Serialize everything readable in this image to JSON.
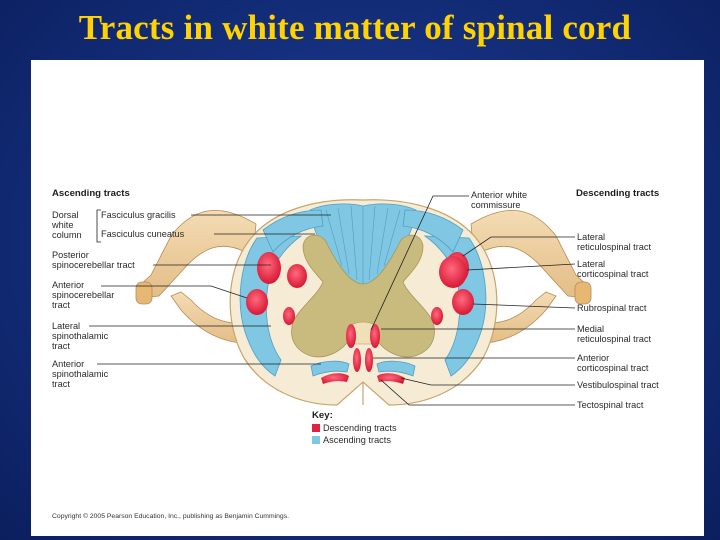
{
  "slide": {
    "title": "Tracts in white matter of spinal cord"
  },
  "figure": {
    "ascending_heading": "Ascending tracts",
    "descending_heading": "Descending tracts",
    "dorsal_column_label": [
      "Dorsal",
      "white",
      "column"
    ],
    "ascending_labels": [
      {
        "id": "fasciculus-gracilis",
        "lines": [
          "Fasciculus gracilis"
        ]
      },
      {
        "id": "fasciculus-cuneatus",
        "lines": [
          "Fasciculus cuneatus"
        ]
      },
      {
        "id": "posterior-spinocerebellar",
        "lines": [
          "Posterior",
          "spinocerebellar tract"
        ]
      },
      {
        "id": "anterior-spinocerebellar",
        "lines": [
          "Anterior",
          "spinocerebellar",
          "tract"
        ]
      },
      {
        "id": "lateral-spinothalamic",
        "lines": [
          "Lateral",
          "spinothalamic",
          "tract"
        ]
      },
      {
        "id": "anterior-spinothalamic",
        "lines": [
          "Anterior",
          "spinothalamic",
          "tract"
        ]
      }
    ],
    "commissure_label": [
      "Anterior white",
      "commissure"
    ],
    "descending_labels": [
      {
        "id": "lateral-reticulospinal",
        "lines": [
          "Lateral",
          "reticulospinal tract"
        ]
      },
      {
        "id": "lateral-corticospinal",
        "lines": [
          "Lateral",
          "corticospinal tract"
        ]
      },
      {
        "id": "rubrospinal",
        "lines": [
          "Rubrospinal tract"
        ]
      },
      {
        "id": "medial-reticulospinal",
        "lines": [
          "Medial",
          "reticulospinal tract"
        ]
      },
      {
        "id": "anterior-corticospinal",
        "lines": [
          "Anterior",
          "corticospinal tract"
        ]
      },
      {
        "id": "vestibulospinal",
        "lines": [
          "Vestibulospinal tract"
        ]
      },
      {
        "id": "tectospinal",
        "lines": [
          "Tectospinal tract"
        ]
      }
    ],
    "key": {
      "title": "Key:",
      "items": [
        {
          "label": "Descending tracts",
          "color": "#e0213f"
        },
        {
          "label": "Ascending tracts",
          "color": "#7fc7e3"
        }
      ]
    },
    "copyright": "Copyright © 2005 Pearson Education, Inc., publishing as Benjamin Cummings."
  },
  "colors": {
    "title": "#ffd200",
    "background": "#15307f",
    "descending": "#e0213f",
    "ascending": "#7fc7e3",
    "gray_matter": "#c9bb7e",
    "white_matter": "#f6ecd6",
    "nerve": "#eccd9e"
  }
}
